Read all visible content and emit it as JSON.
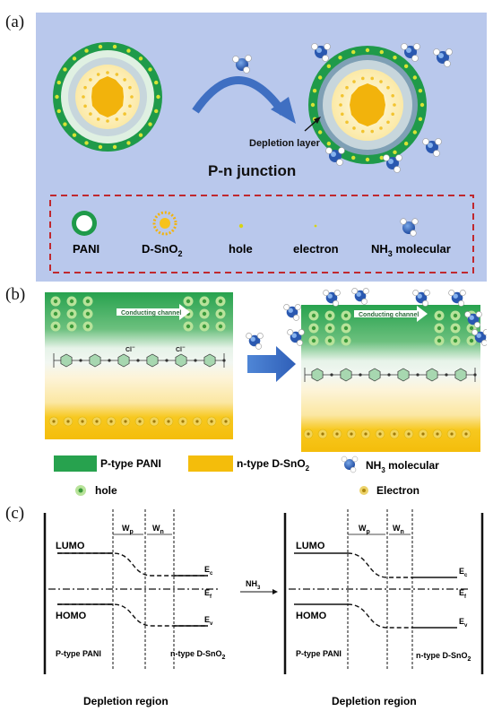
{
  "panel_labels": {
    "a": "(a)",
    "b": "(b)",
    "c": "(c)"
  },
  "panel_a": {
    "depletion_label": "Depletion layer",
    "junction_label": "P-n junction",
    "legend": {
      "pani": "PANI",
      "dsno2": "D-SnO",
      "dsno2_sub": "2",
      "hole": "hole",
      "electron": "electron",
      "nh3_prefix": "NH",
      "nh3_sub": "3",
      "nh3_suffix": " molecular"
    }
  },
  "panel_b": {
    "channel_label": "Conducting channel",
    "cl_label": "Cl",
    "cl_sup": "−",
    "legend": {
      "ptype": "P-type PANI",
      "ntype": "n-type D-SnO",
      "ntype_sub": "2",
      "nh3_prefix": "NH",
      "nh3_sub": "3",
      "nh3_suffix": " molecular",
      "hole": "hole",
      "electron": "Electron"
    }
  },
  "panel_c": {
    "wp": "W",
    "wp_sub": "p",
    "wn": "W",
    "wn_sub": "n",
    "lumo": "LUMO",
    "homo": "HOMO",
    "ec": "E",
    "ec_sub": "c",
    "ef": "E",
    "ef_sub": "f",
    "ev": "E",
    "ev_sub": "v",
    "ptype": "P-type PANI",
    "ntype": "n-type D-SnO",
    "ntype_sub": "2",
    "nh3": "NH",
    "nh3_sub": "3",
    "depletion_region": "Depletion region"
  },
  "colors": {
    "panel_a_bg": "#b9c8ec",
    "pani_green": "#1f9a4a",
    "sno2_yellow": "#f6c21c",
    "arrow_blue": "#3f6fc2",
    "dashed_red": "#c0282e"
  }
}
